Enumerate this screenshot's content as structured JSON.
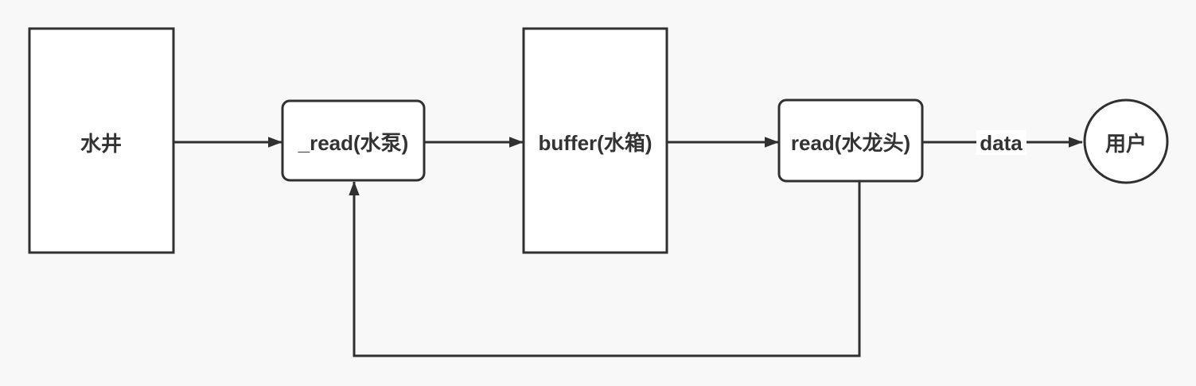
{
  "colors": {
    "background": "#f8f8f8",
    "stroke": "#303030",
    "node_fill": "#ffffff",
    "text": "#333333",
    "label_bg": "#ffffff"
  },
  "nodes": [
    {
      "id": "water-well",
      "label": "水井",
      "shape": "rectangle"
    },
    {
      "id": "read-pump",
      "label": "_read(水泵)",
      "shape": "rounded-rectangle"
    },
    {
      "id": "buffer-tank",
      "label": "buffer(水箱)",
      "shape": "rectangle"
    },
    {
      "id": "read-faucet",
      "label": "read(水龙头)",
      "shape": "rounded-rectangle"
    },
    {
      "id": "user",
      "label": "用户",
      "shape": "circle"
    }
  ],
  "edges": [
    {
      "from": "water-well",
      "to": "read-pump",
      "label": ""
    },
    {
      "from": "read-pump",
      "to": "buffer-tank",
      "label": ""
    },
    {
      "from": "buffer-tank",
      "to": "read-faucet",
      "label": ""
    },
    {
      "from": "read-faucet",
      "to": "user",
      "label": "data"
    },
    {
      "from": "read-faucet",
      "to": "read-pump",
      "label": "",
      "style": "feedback-loop"
    }
  ]
}
